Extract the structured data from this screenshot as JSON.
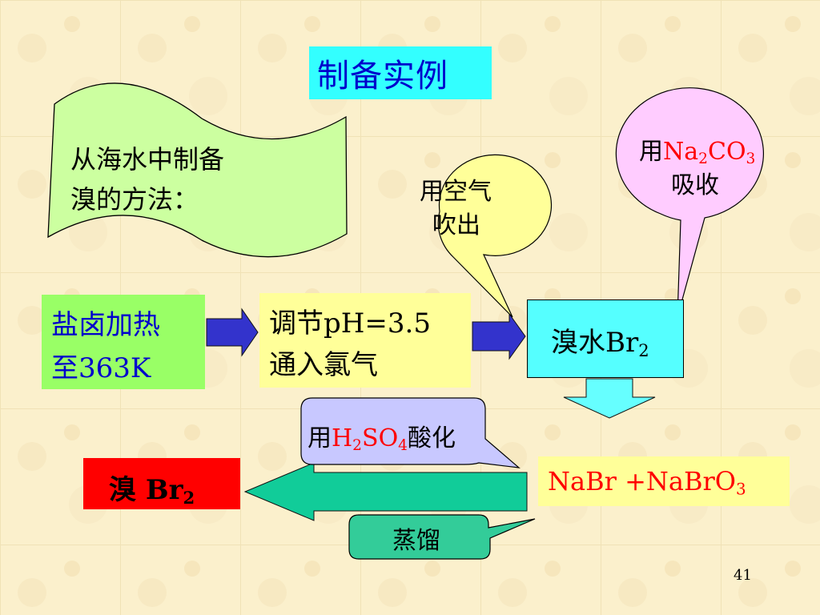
{
  "title": "制备实例",
  "banner": {
    "line1": "从海水中制备",
    "line2": "溴的方法："
  },
  "steps": {
    "heat": {
      "line1": "盐卤加热",
      "line2": "至363K"
    },
    "adjust": {
      "line1": "调节pH=3.5",
      "line2": "通入氯气"
    },
    "bromine_water": {
      "text": "溴水Br",
      "sub": "2"
    },
    "salts": {
      "text": "NaBr +NaBrO",
      "sub": "3"
    },
    "product": {
      "text": "溴 Br",
      "sub": "2"
    }
  },
  "callouts": {
    "air": {
      "line1": "用空气",
      "line2": "吹出"
    },
    "absorb": {
      "prefix": "用",
      "na": "Na",
      "na_sub": "2",
      "co": "CO",
      "co_sub": "3",
      "line2": "吸收"
    },
    "acidify": {
      "prefix": "用",
      "h": "H",
      "h_sub": "2",
      "so": "SO",
      "so_sub": "4",
      "suffix": "酸化"
    },
    "distill": {
      "text": "蒸馏"
    }
  },
  "page_number": "41",
  "colors": {
    "background": "#fbf0cc",
    "title_box": "#33ffff",
    "banner": "#ccffa0",
    "heat_box": "#99ff66",
    "heat_text": "#0000cc",
    "adjust_box": "#ffff99",
    "bromine_water_box": "#55ffff",
    "air_bubble": "#ffff99",
    "absorb_bubble": "#ffccff",
    "acidify_bubble": "#c8c8ff",
    "distill_bubble": "#33cc99",
    "salts_box": "#ffff99",
    "salts_text": "#ff0000",
    "product_box": "#ff0000",
    "right_arrow": "#3333cc",
    "down_arrow": "#66ffff",
    "left_arrow": "#11cc99",
    "formula_highlight": "#ff0000"
  }
}
